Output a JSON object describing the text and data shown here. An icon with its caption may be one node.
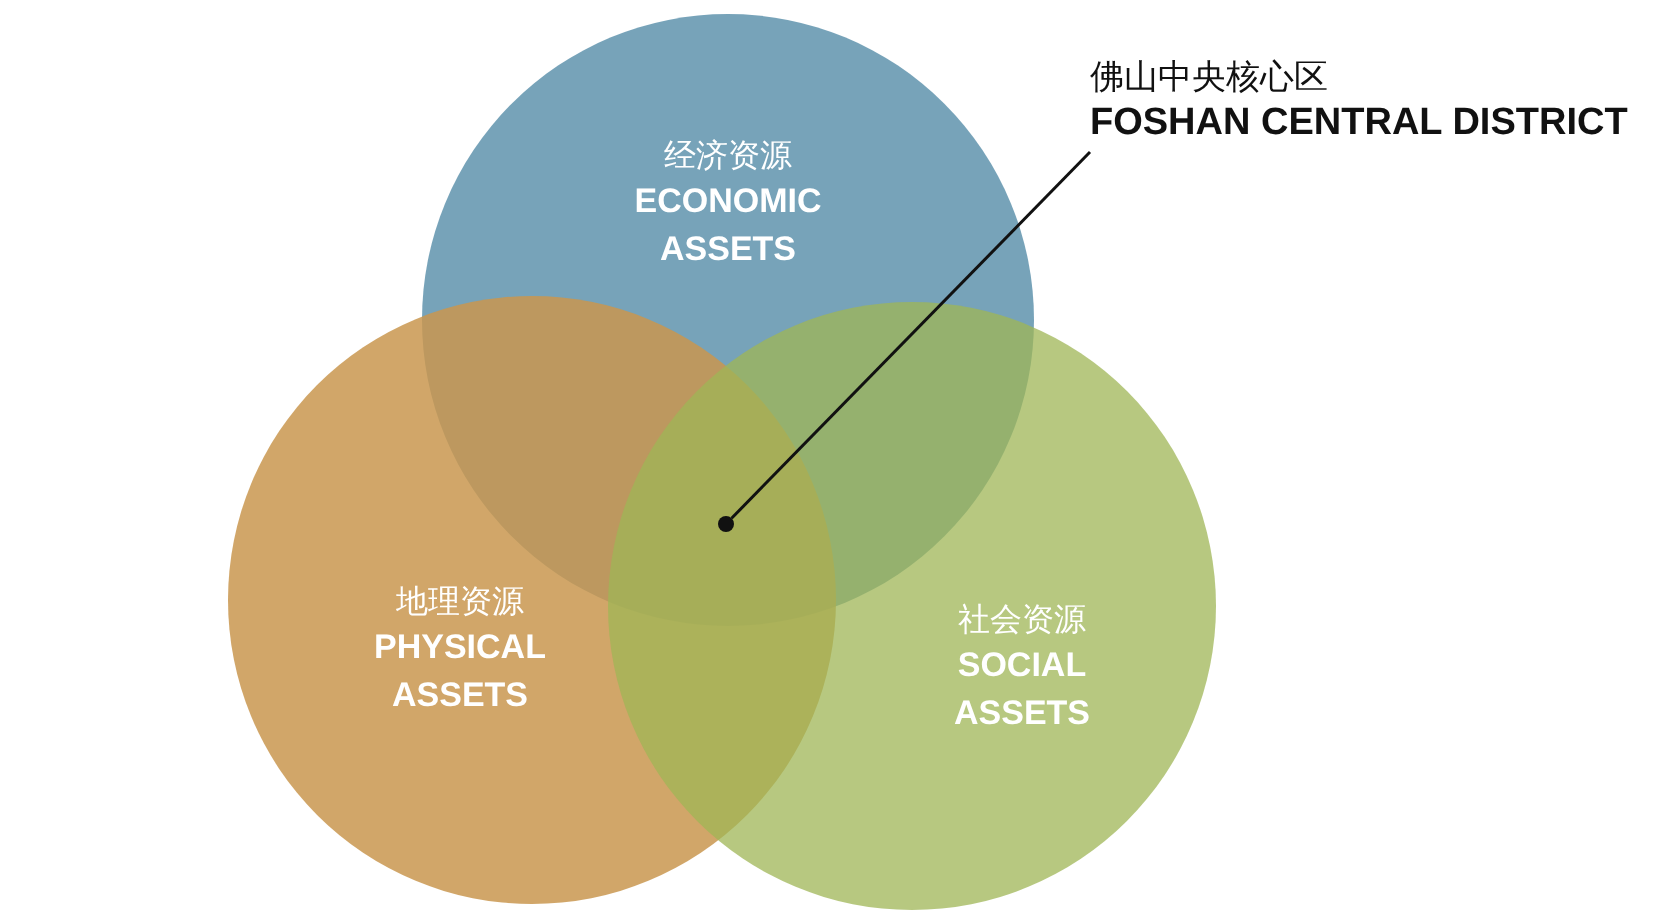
{
  "diagram": {
    "nodes": [
      {
        "text": [
          "经济资源",
          "ECONOMIC ASSETS"
        ]
      },
      {
        "text": [
          "地理资源",
          "PHYSICAL ASSETS"
        ]
      },
      {
        "text": [
          "社会资源",
          "SOCIAL ASSETS"
        ]
      },
      {
        "text": [],
        "shape": "circle"
      },
      {
        "text": [
          "佛山中央核心区",
          "FOSHAN CENTRAL DISTRICT"
        ]
      }
    ],
    "edges": [
      {
        "from": 4,
        "to": 3,
        "arrow": "none"
      }
    ]
  }
}
